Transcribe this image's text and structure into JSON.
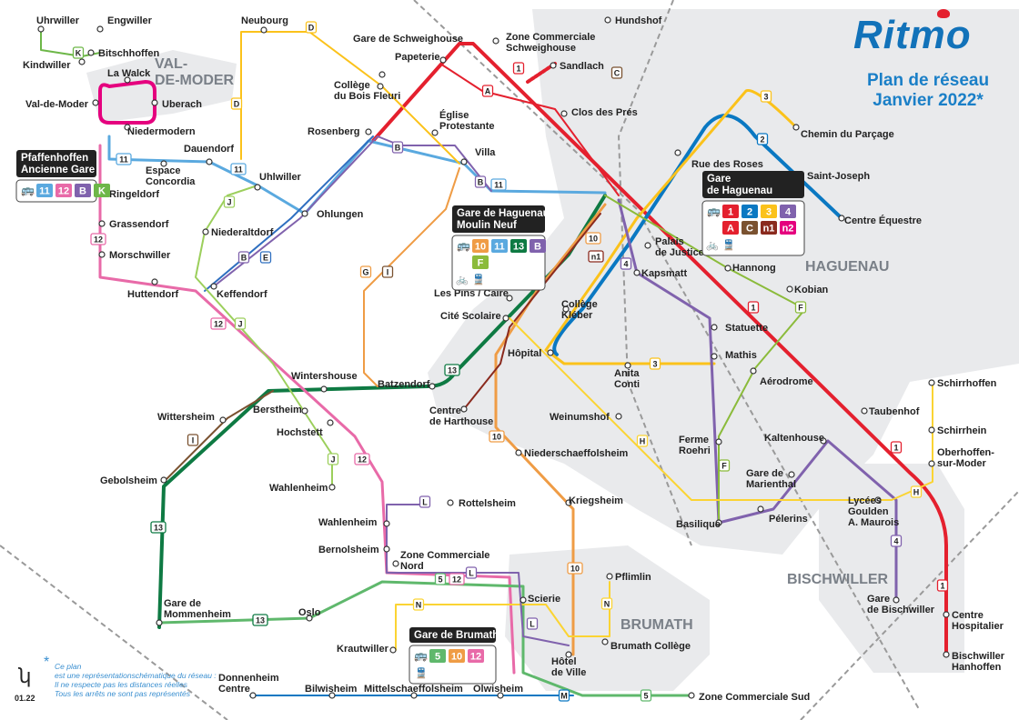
{
  "header": {
    "brand": "Ritmo",
    "title_line1": "Plan de réseau",
    "title_line2": "Janvier 2022*"
  },
  "footer": {
    "version": "01.22",
    "note": [
      "Ce plan",
      "est une représentationschématique du réseau :",
      "Il ne respecte pas les distances réelles",
      "Tous les arrêts ne sont pas représentés"
    ]
  },
  "areas": [
    "VAL-",
    "DE-MODER",
    "HAGUENAU",
    "BRUMATH",
    "BISCHWILLER"
  ],
  "colors": {
    "1": "#e4202e",
    "2": "#0a78c2",
    "3": "#fbc21b",
    "4": "#8062ad",
    "5": "#5fb86c",
    "10": "#ef9c45",
    "11": "#5aa9df",
    "12": "#e86aa8",
    "13": "#0e7a43",
    "A": "#e4202e",
    "B": "#8062ad",
    "C": "#7a5230",
    "D": "#fbc21b",
    "E": "#2f6fc0",
    "F": "#8bbb3b",
    "G": "#ef9c45",
    "H": "#fbd433",
    "I": "#7a5230",
    "J": "#9ccf5c",
    "K": "#6db748",
    "L": "#8062ad",
    "M": "#0a78c2",
    "N": "#fbd433",
    "n1": "#8a2a1e",
    "n2": "#e5007e",
    "area_bg": "#e9eaec",
    "rail": "#9a9a9a"
  },
  "stations": [
    {
      "lines": [
        "Uhrwiller"
      ]
    },
    {
      "lines": [
        "Engwiller"
      ]
    },
    {
      "lines": [
        "Bitschhoffen"
      ]
    },
    {
      "lines": [
        "Kindwiller"
      ]
    },
    {
      "lines": [
        "La Walck"
      ]
    },
    {
      "lines": [
        "Val-de-Moder"
      ]
    },
    {
      "lines": [
        "Uberach"
      ]
    },
    {
      "lines": [
        "Niedermodern"
      ]
    },
    {
      "lines": [
        "Dauendorf"
      ]
    },
    {
      "lines": [
        "Espace",
        "Concordia"
      ]
    },
    {
      "lines": [
        "Ringeldorf"
      ]
    },
    {
      "lines": [
        "Uhlwiller"
      ]
    },
    {
      "lines": [
        "Grassendorf"
      ]
    },
    {
      "lines": [
        "Niederaltdorf"
      ]
    },
    {
      "lines": [
        "Morschwiller"
      ]
    },
    {
      "lines": [
        "Huttendorf"
      ]
    },
    {
      "lines": [
        "Keffendorf"
      ]
    },
    {
      "lines": [
        "Neubourg"
      ]
    },
    {
      "lines": [
        "Gare de Schweighouse"
      ]
    },
    {
      "lines": [
        "Papeterie"
      ]
    },
    {
      "lines": [
        "Zone Commerciale",
        "Schweighouse"
      ]
    },
    {
      "lines": [
        "Sandlach"
      ]
    },
    {
      "lines": [
        "Hundshof"
      ]
    },
    {
      "lines": [
        "Collège",
        "du Bois Fleuri"
      ]
    },
    {
      "lines": [
        "Rosenberg"
      ]
    },
    {
      "lines": [
        "Église",
        "Protestante"
      ]
    },
    {
      "lines": [
        "Clos des Prés"
      ]
    },
    {
      "lines": [
        "Villa"
      ]
    },
    {
      "lines": [
        "Ohlungen"
      ]
    },
    {
      "lines": [
        "Rue des Roses"
      ]
    },
    {
      "lines": [
        "Chemin du Parçage"
      ]
    },
    {
      "lines": [
        "Saint-Joseph"
      ]
    },
    {
      "lines": [
        "Centre Équestre"
      ]
    },
    {
      "lines": [
        "Palais",
        "de Justice"
      ]
    },
    {
      "lines": [
        "Hannong"
      ]
    },
    {
      "lines": [
        "Kobian"
      ]
    },
    {
      "lines": [
        "Kapsmatt"
      ]
    },
    {
      "lines": [
        "Les Pins / Caire"
      ]
    },
    {
      "lines": [
        "Cité Scolaire"
      ]
    },
    {
      "lines": [
        "Collège",
        "Kléber"
      ]
    },
    {
      "lines": [
        "Statuette"
      ]
    },
    {
      "lines": [
        "Hôpital"
      ]
    },
    {
      "lines": [
        "Mathis"
      ]
    },
    {
      "lines": [
        "Anita",
        "Conti"
      ]
    },
    {
      "lines": [
        "Aérodrome"
      ]
    },
    {
      "lines": [
        "Wintershouse"
      ]
    },
    {
      "lines": [
        "Batzendorf"
      ]
    },
    {
      "lines": [
        "Taubenhof"
      ]
    },
    {
      "lines": [
        "Schirrhoffen"
      ]
    },
    {
      "lines": [
        "Schirrhein"
      ]
    },
    {
      "lines": [
        "Oberhoffen-",
        "sur-Moder"
      ]
    },
    {
      "lines": [
        "Wittersheim"
      ]
    },
    {
      "lines": [
        "Berstheim"
      ]
    },
    {
      "lines": [
        "Hochstett"
      ]
    },
    {
      "lines": [
        "Centre",
        "de Harthouse"
      ]
    },
    {
      "lines": [
        "Weinumshof"
      ]
    },
    {
      "lines": [
        "Kaltenhouse"
      ]
    },
    {
      "lines": [
        "Ferme",
        "Roehri"
      ]
    },
    {
      "lines": [
        "Niederschaeffolsheim"
      ]
    },
    {
      "lines": [
        "Gebolsheim"
      ]
    },
    {
      "lines": [
        "Gare de",
        "Marienthal"
      ]
    },
    {
      "lines": [
        "Wahlenheim"
      ]
    },
    {
      "lines": [
        "Lycées",
        "Goulden",
        "A. Maurois"
      ]
    },
    {
      "lines": [
        "Kriegsheim"
      ]
    },
    {
      "lines": [
        "Rottelsheim"
      ]
    },
    {
      "lines": [
        "Pélerins"
      ]
    },
    {
      "lines": [
        "Basilique"
      ]
    },
    {
      "lines": [
        "Wahlenheim"
      ]
    },
    {
      "lines": [
        "Bernolsheim"
      ]
    },
    {
      "lines": [
        "Zone Commerciale",
        "Nord"
      ]
    },
    {
      "lines": [
        "Pflimlin"
      ]
    },
    {
      "lines": [
        "Scierie"
      ]
    },
    {
      "lines": [
        "Gare",
        "de Bischwiller"
      ]
    },
    {
      "lines": [
        "Gare de",
        "Mommenheim"
      ]
    },
    {
      "lines": [
        "Oslo"
      ]
    },
    {
      "lines": [
        "Centre",
        "Hospitalier"
      ]
    },
    {
      "lines": [
        "Brumath Collège"
      ]
    },
    {
      "lines": [
        "Krautwiller"
      ]
    },
    {
      "lines": [
        "Hôtel",
        "de Ville"
      ]
    },
    {
      "lines": [
        "Bischwiller",
        "Hanhoffen"
      ]
    },
    {
      "lines": [
        "Donnenheim",
        "Centre"
      ]
    },
    {
      "lines": [
        "Bilwisheim"
      ]
    },
    {
      "lines": [
        "Mittelschaeffolsheim"
      ]
    },
    {
      "lines": [
        "Olwisheim"
      ]
    },
    {
      "lines": [
        "Zone Commerciale Sud"
      ]
    }
  ],
  "badges": [
    "K",
    "D",
    "D",
    "A",
    "1",
    "C",
    "11",
    "11",
    "B",
    "B",
    "11",
    "J",
    "2",
    "3",
    "E",
    "B",
    "G",
    "I",
    "13",
    "10",
    "n1",
    "4",
    "1",
    "F",
    "3",
    "12",
    "J",
    "13",
    "I",
    "J",
    "12",
    "10",
    "1",
    "H",
    "H",
    "4",
    "F",
    "13",
    "10",
    "L",
    "5",
    "12",
    "L",
    "N",
    "N",
    "L",
    "5",
    "M",
    "4",
    "1",
    "12"
  ],
  "hubs": [
    {
      "title": [
        "Pfaffenhoffen",
        "Ancienne Gare"
      ],
      "chips": [
        "11",
        "12",
        "B",
        "K"
      ],
      "bike": false,
      "train": false
    },
    {
      "title": [
        "Gare",
        "de Haguenau"
      ],
      "chips": [
        "1",
        "2",
        "3",
        "4",
        "A",
        "C",
        "n1",
        "n2"
      ],
      "bike": true,
      "train": true
    },
    {
      "title": [
        "Gare de Haguenau",
        "Moulin Neuf"
      ],
      "chips": [
        "10",
        "11",
        "13",
        "B",
        "F"
      ],
      "bike": true,
      "train": true
    },
    {
      "title": [
        "Gare de Brumath"
      ],
      "chips": [
        "5",
        "10",
        "12"
      ],
      "bike": false,
      "train": true
    }
  ]
}
